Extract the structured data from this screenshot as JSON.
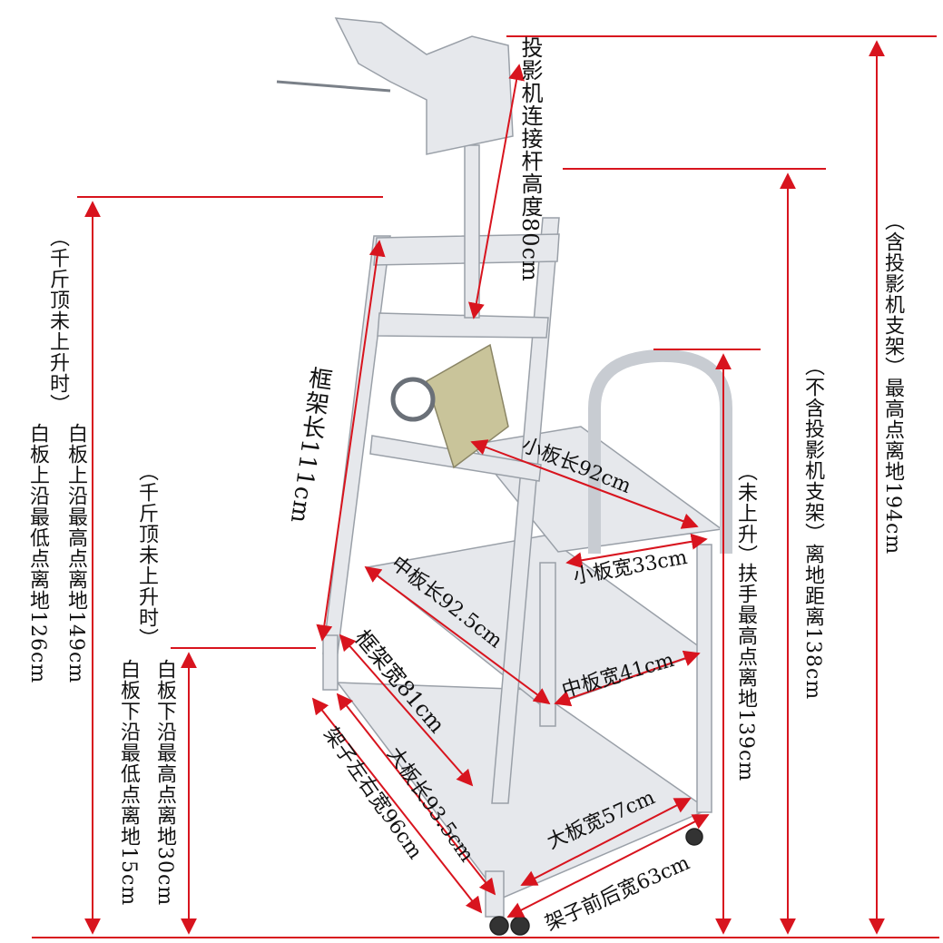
{
  "colors": {
    "dimension_line": "#d8141e",
    "frame": "#e6e8ec",
    "frame_edge": "#9aa0a8",
    "text": "#111111"
  },
  "labels": {
    "projector_rod": "投影机连接杆高度80cm",
    "total_height": "（含投影机支架）最高点离地194cm",
    "height_no_projector": "（不含投影机支架）离地距离138cm",
    "handle_height_a": "（未上升）",
    "handle_height_b": "扶手最高点离地139cm",
    "jack_note_upper": "（千斤顶未上升时）",
    "board_top_max": "白板上沿最高点离地149cm",
    "board_top_min": "白板上沿最低点离地126cm",
    "jack_note_lower": "（千斤顶未上升时）",
    "board_bottom_max": "白板下沿最高点离地30cm",
    "board_bottom_min": "白板下沿最低点离地15cm",
    "frame_length": "框架长111cm",
    "small_board_length": "小板长92cm",
    "small_board_width": "小板宽33cm",
    "mid_board_length": "中板长92.5cm",
    "mid_board_width": "中板宽41cm",
    "frame_width": "框架宽81cm",
    "large_board_length": "大板长93.5cm",
    "large_board_width": "大板宽57cm",
    "rack_lr_width": "架子左右宽96cm",
    "rack_fb_width": "架子前后宽63cm"
  }
}
